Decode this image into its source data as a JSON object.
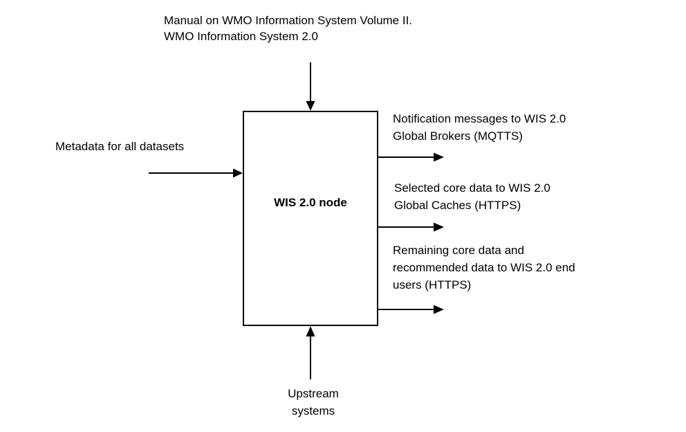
{
  "diagram": {
    "node": {
      "label": "WIS 2.0 node"
    },
    "inputs": {
      "top": "Manual on WMO Information System Volume II.\nWMO Information System 2.0",
      "left": "Metadata for all datasets",
      "bottom": "Upstream\nsystems"
    },
    "outputs": [
      "Notification messages to WIS 2.0\nGlobal Brokers (MQTTS)",
      "Selected core data to WIS 2.0\nGlobal Caches (HTTPS)",
      "Remaining core data and\nrecommended data to WIS 2.0 end\nusers (HTTPS)"
    ],
    "colors": {
      "stroke": "#000000",
      "background": "#ffffff"
    }
  }
}
